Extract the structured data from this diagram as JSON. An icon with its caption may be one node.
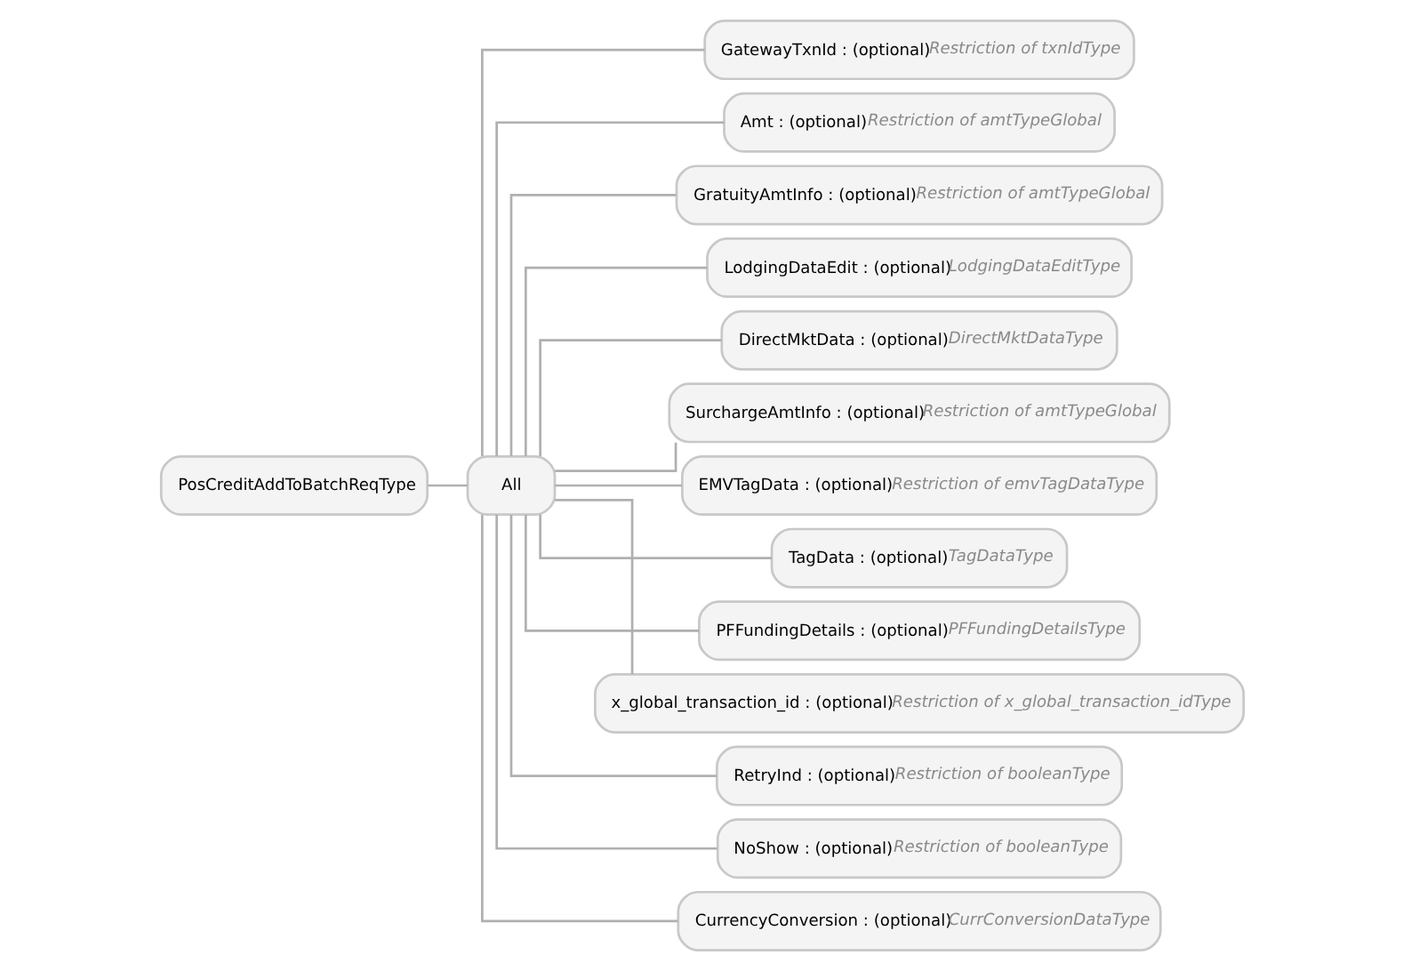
{
  "diagram": {
    "nodes": [
      {
        "text": [
          "PosCreditAddToBatchReqType"
        ]
      },
      {
        "text": [
          "All"
        ]
      },
      {
        "text": [
          "GatewayTxnId : (optional)",
          "Restriction of txnIdType"
        ]
      },
      {
        "text": [
          "Amt : (optional)",
          "Restriction of amtTypeGlobal"
        ]
      },
      {
        "text": [
          "GratuityAmtInfo : (optional)",
          "Restriction of amtTypeGlobal"
        ]
      },
      {
        "text": [
          "LodgingDataEdit : (optional)",
          "LodgingDataEditType"
        ]
      },
      {
        "text": [
          "DirectMktData : (optional)",
          "DirectMktDataType"
        ]
      },
      {
        "text": [
          "SurchargeAmtInfo : (optional)",
          "Restriction of amtTypeGlobal"
        ]
      },
      {
        "text": [
          "EMVTagData : (optional)",
          "Restriction of emvTagDataType"
        ]
      },
      {
        "text": [
          "TagData : (optional)",
          "TagDataType"
        ]
      },
      {
        "text": [
          "PFFundingDetails : (optional)",
          "PFFundingDetailsType"
        ]
      },
      {
        "text": [
          "x_global_transaction_id : (optional)",
          "Restriction of x_global_transaction_idType"
        ]
      },
      {
        "text": [
          "RetryInd : (optional)",
          "Restriction of booleanType"
        ]
      },
      {
        "text": [
          "NoShow : (optional)",
          "Restriction of booleanType"
        ]
      },
      {
        "text": [
          "CurrencyConversion : (optional)",
          "CurrConversionDataType"
        ]
      }
    ],
    "edges": [
      {
        "from": 0,
        "to": 1,
        "arrow": "none"
      },
      {
        "from": 1,
        "to": 2,
        "arrow": "none"
      },
      {
        "from": 1,
        "to": 3,
        "arrow": "none"
      },
      {
        "from": 1,
        "to": 4,
        "arrow": "none"
      },
      {
        "from": 1,
        "to": 5,
        "arrow": "none"
      },
      {
        "from": 1,
        "to": 6,
        "arrow": "none"
      },
      {
        "from": 1,
        "to": 7,
        "arrow": "none"
      },
      {
        "from": 1,
        "to": 8,
        "arrow": "none"
      },
      {
        "from": 1,
        "to": 9,
        "arrow": "none"
      },
      {
        "from": 1,
        "to": 10,
        "arrow": "none"
      },
      {
        "from": 1,
        "to": 11,
        "arrow": "none"
      },
      {
        "from": 1,
        "to": 12,
        "arrow": "none"
      },
      {
        "from": 1,
        "to": 13,
        "arrow": "none"
      },
      {
        "from": 1,
        "to": 14,
        "arrow": "none"
      }
    ]
  }
}
